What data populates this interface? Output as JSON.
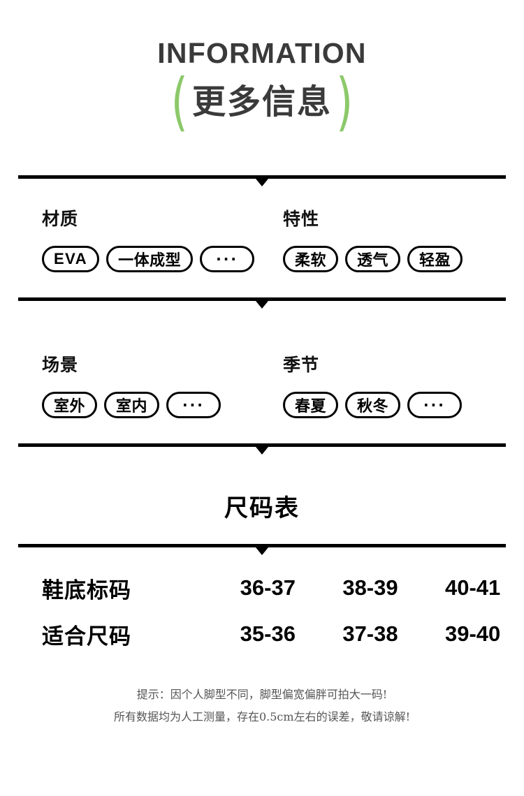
{
  "header": {
    "title_en": "INFORMATION",
    "paren_left": "(",
    "paren_right": ")",
    "title_cn": "更多信息",
    "accent_color": "#8cc96a",
    "title_color": "#3a3a3a"
  },
  "sections": [
    {
      "columns": [
        {
          "label": "材质",
          "tags": [
            "EVA",
            "一体成型",
            "···"
          ]
        },
        {
          "label": "特性",
          "tags": [
            "柔软",
            "透气",
            "轻盈"
          ]
        }
      ]
    },
    {
      "columns": [
        {
          "label": "场景",
          "tags": [
            "室外",
            "室内",
            "···"
          ]
        },
        {
          "label": "季节",
          "tags": [
            "春夏",
            "秋冬",
            "···"
          ]
        }
      ]
    }
  ],
  "size_chart": {
    "title": "尺码表",
    "rows": [
      {
        "head": "鞋底标码",
        "values": [
          "36-37",
          "38-39",
          "40-41"
        ]
      },
      {
        "head": "适合尺码",
        "values": [
          "35-36",
          "37-38",
          "39-40"
        ]
      }
    ]
  },
  "notes": [
    "提示：因个人脚型不同，脚型偏宽偏胖可拍大一码!",
    "所有数据均为人工测量，存在0.5cm左右的误差，敬请谅解!"
  ]
}
